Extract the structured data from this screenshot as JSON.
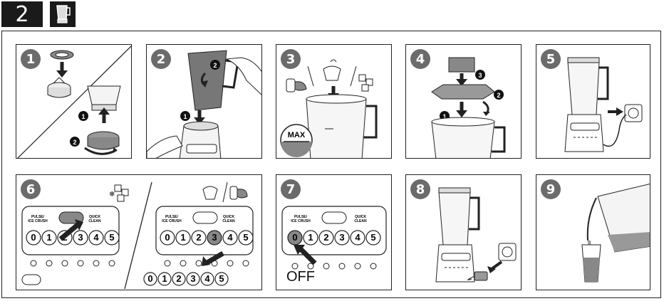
{
  "header": {
    "step": "2",
    "icon": "blender-jar-icon"
  },
  "panels": [
    {
      "number": "1"
    },
    {
      "number": "2"
    },
    {
      "number": "3",
      "max_label": "MAX"
    },
    {
      "number": "4"
    },
    {
      "number": "5"
    },
    {
      "number": "6"
    },
    {
      "number": "7",
      "off_label": "OFF"
    },
    {
      "number": "8"
    },
    {
      "number": "9"
    }
  ],
  "control_panel": {
    "pulse_label": "PULSE/\nICE CRUSH",
    "quick_clean_label": "QUICK\nCLEAN",
    "speed_buttons": [
      "0",
      "1",
      "2",
      "3",
      "4",
      "5"
    ]
  },
  "callouts": {
    "one": "1",
    "two": "2",
    "three": "3"
  }
}
